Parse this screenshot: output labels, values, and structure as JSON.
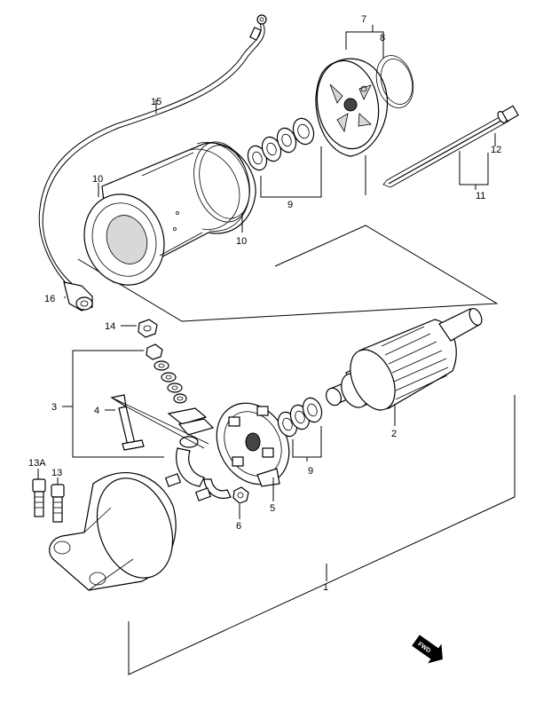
{
  "callouts": {
    "c1": "1",
    "c2": "2",
    "c3": "3",
    "c4": "4",
    "c5": "5",
    "c6": "6",
    "c7": "7",
    "c8": "8",
    "c9_top": "9",
    "c9_bottom": "9",
    "c10_left": "10",
    "c10_right": "10",
    "c11": "11",
    "c12": "12",
    "c13": "13",
    "c13a": "13A",
    "c14": "14",
    "c15": "15",
    "c16": "16"
  },
  "direction_badge": {
    "text": "FWD",
    "icon": "forward-arrow-icon"
  },
  "colors": {
    "line": "#000000",
    "background": "#ffffff",
    "shade": "#d8d8d8"
  }
}
